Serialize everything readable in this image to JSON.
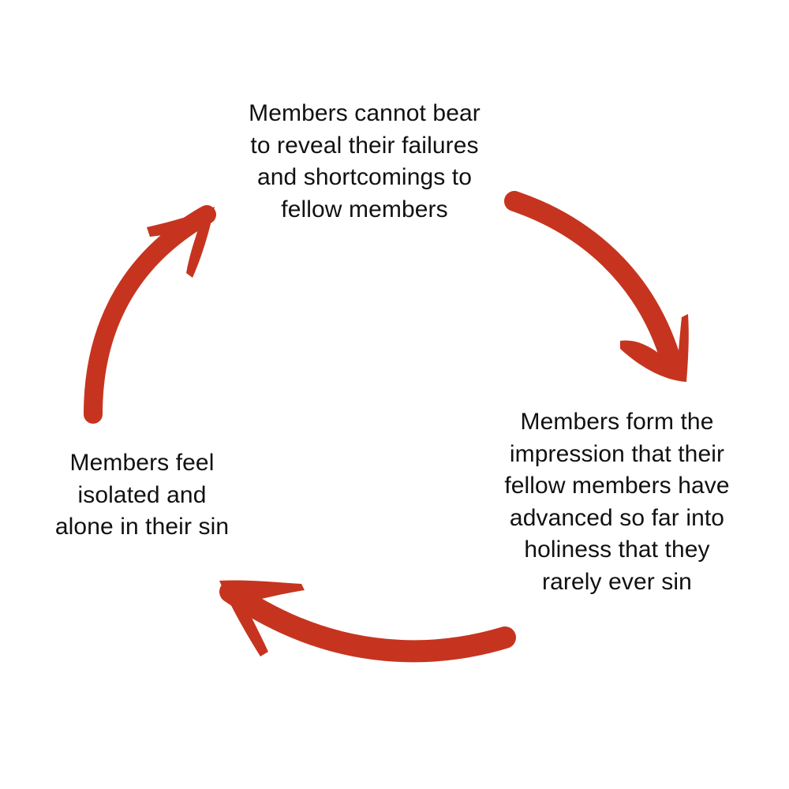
{
  "colors": {
    "arrow": "#c6341f",
    "text": "#111111",
    "background": "#ffffff"
  },
  "cycle": {
    "nodes": [
      {
        "id": "top",
        "lines": [
          "Members cannot bear",
          "to reveal their failures",
          "and shortcomings to",
          "fellow members"
        ]
      },
      {
        "id": "right",
        "lines": [
          "Members form the",
          "impression that their",
          "fellow members have",
          "advanced so far into",
          "holiness that they",
          "rarely ever sin"
        ]
      },
      {
        "id": "left",
        "lines": [
          "Members feel",
          "isolated and",
          "alone in their sin"
        ]
      }
    ],
    "arrows": [
      {
        "from": "top",
        "to": "right",
        "icon": "curved-arrow-icon"
      },
      {
        "from": "right",
        "to": "left",
        "icon": "curved-arrow-icon"
      },
      {
        "from": "left",
        "to": "top",
        "icon": "curved-arrow-icon"
      }
    ]
  }
}
